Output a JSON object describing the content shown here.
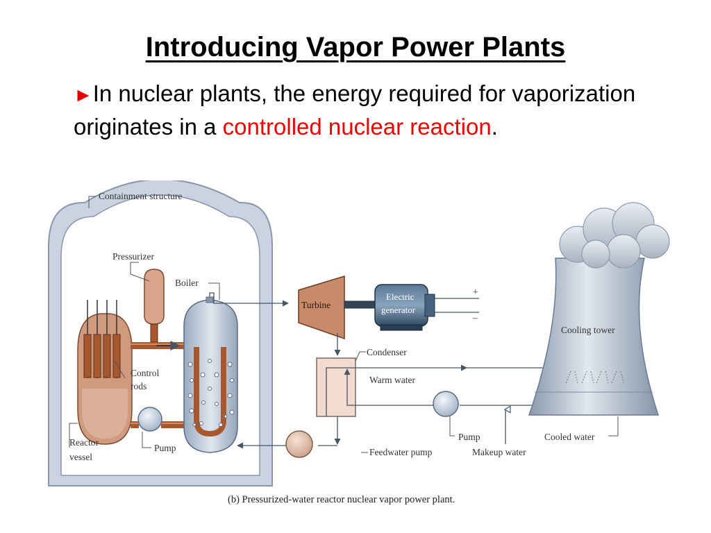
{
  "slide": {
    "title": "Introducing Vapor Power Plants",
    "bullet_marker": "►",
    "bullet_text_1": "In nuclear plants, the energy required for vaporization originates in a ",
    "bullet_highlight": "controlled nuclear reaction",
    "bullet_end": "."
  },
  "diagram": {
    "labels": {
      "containment": "Containment structure",
      "pressurizer": "Pressurizer",
      "boiler": "Boiler",
      "control_rods_1": "Control",
      "control_rods_2": "rods",
      "reactor_vessel_1": "Reactor",
      "reactor_vessel_2": "vessel",
      "pump_left": "Pump",
      "turbine": "Turbine",
      "generator_1": "Electric",
      "generator_2": "generator",
      "plus": "+",
      "minus": "–",
      "condenser": "Condenser",
      "warm_water": "Warm water",
      "pump_right": "Pump",
      "feedwater_pump": "Feedwater pump",
      "makeup_water": "Makeup water",
      "cooled_water": "Cooled water",
      "cooling_tower": "Cooling tower"
    },
    "caption": "(b) Pressurized-water reactor nuclear vapor power plant.",
    "colors": {
      "containment": "#c9d3e2",
      "reactor": "#cf9a7e",
      "pipe": "#a8582f",
      "boiler": "#b9c6d8",
      "turbine": "#c88a68",
      "generator": "#3d5a78",
      "tower": "#b7c3d3",
      "arrow": "#445566"
    }
  }
}
